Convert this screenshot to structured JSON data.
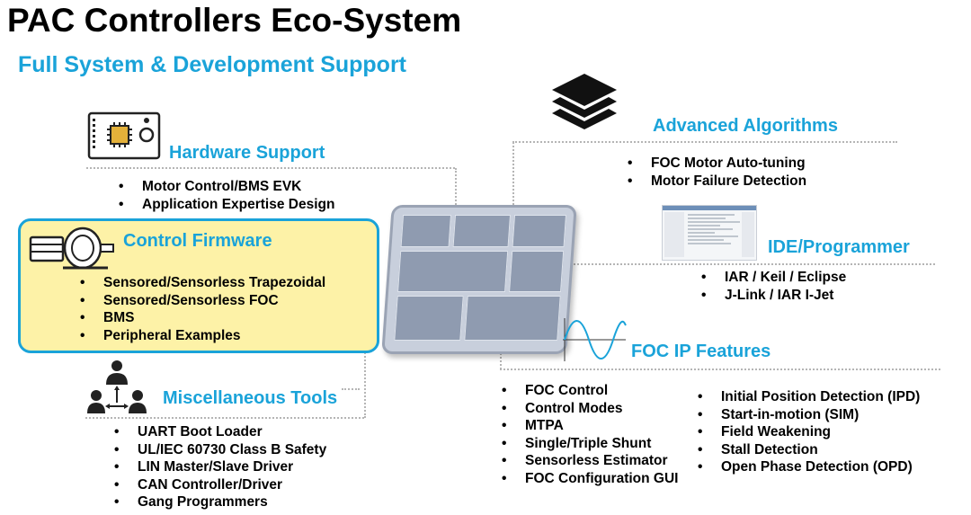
{
  "title": "PAC Controllers Eco-System",
  "subtitle": "Full System & Development Support",
  "hardware": {
    "title": "Hardware Support",
    "items": [
      "Motor Control/BMS  EVK",
      "Application Expertise Design"
    ]
  },
  "firmware": {
    "title": "Control Firmware",
    "items": [
      "Sensored/Sensorless Trapezoidal",
      "Sensored/Sensorless FOC",
      "BMS",
      "Peripheral Examples"
    ]
  },
  "misc": {
    "title": "Miscellaneous Tools",
    "items": [
      "UART Boot Loader",
      "UL/IEC 60730 Class B Safety",
      "LIN Master/Slave Driver",
      "CAN Controller/Driver",
      "Gang Programmers"
    ]
  },
  "algorithms": {
    "title": "Advanced Algorithms",
    "items": [
      "FOC Motor Auto-tuning",
      "Motor Failure Detection"
    ]
  },
  "ide": {
    "title": "IDE/Programmer",
    "items": [
      "IAR / Keil / Eclipse",
      "J-Link / IAR I-Jet"
    ]
  },
  "foc": {
    "title": "FOC IP Features",
    "left_items": [
      "FOC Control",
      "Control Modes",
      "MTPA",
      "Single/Triple Shunt",
      "Sensorless Estimator",
      "FOC Configuration GUI"
    ],
    "right_items": [
      "Initial Position Detection (IPD)",
      "Start-in-motion (SIM)",
      "Field Weakening",
      "Stall Detection",
      "Open Phase Detection (OPD)"
    ]
  },
  "colors": {
    "accent": "#1aa3d9",
    "firmware_fill": "#fdf2a7",
    "dotted_line": "#b5b5b5"
  },
  "icons": [
    "circuit-board-icon",
    "layers-stack-icon",
    "motor-icon",
    "ide-screenshot-icon",
    "sine-wave-icon",
    "team-network-icon",
    "chip-block-diagram-icon"
  ]
}
